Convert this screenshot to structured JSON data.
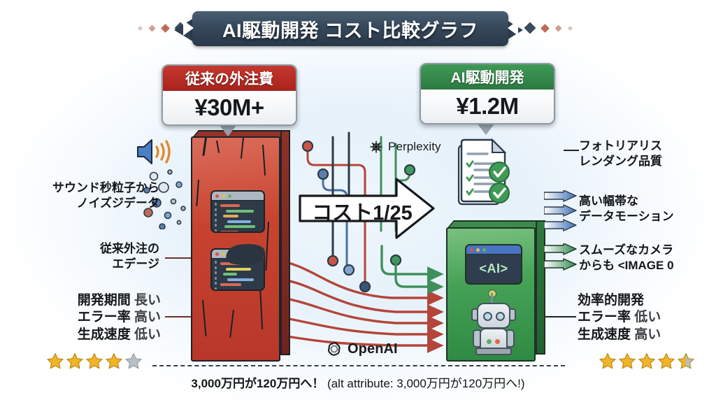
{
  "title": {
    "text": "AI駆動開発 コスト比較グラフ"
  },
  "cards": {
    "legacy": {
      "heading": "従来の外注費",
      "amount": "¥30M+",
      "accent": "#a8241d"
    },
    "ai": {
      "heading": "AI駆動開発",
      "amount": "¥1.2M",
      "accent": "#2c7a41"
    }
  },
  "center": {
    "arrow_label": "コスト1/25"
  },
  "towers": {
    "legacy": {
      "color": "#c7432f",
      "window_label": ""
    },
    "ai": {
      "color": "#44a055",
      "window_label": "<AI>"
    }
  },
  "logos": {
    "perplexity": "Perplexity",
    "openai": "OpenAI"
  },
  "annotations": {
    "left": [
      {
        "name": "noise",
        "lines": [
          "サウンド秒粒子から",
          "ノイズジデータ"
        ]
      },
      {
        "name": "edge",
        "lines": [
          "従来外注の",
          "エデージ"
        ]
      }
    ],
    "right": [
      {
        "name": "photoreal",
        "lines": [
          "フォトリアリス",
          "レンダング品質"
        ]
      },
      {
        "name": "bandwidth",
        "lines": [
          "高い幅帯な",
          "データモーション"
        ]
      },
      {
        "name": "camera",
        "lines": [
          "スムーズなカメラ",
          "からも <IMAGE 0"
        ]
      }
    ]
  },
  "stats": {
    "legacy": {
      "rows": [
        {
          "label": "開発期間",
          "value": "長い"
        },
        {
          "label": "エラー率",
          "value": "高い"
        },
        {
          "label": "生成速度",
          "value": "低い"
        }
      ],
      "rating": 4.0,
      "rating_max": 5
    },
    "ai": {
      "rows": [
        {
          "label": "効率的開発",
          "value": ""
        },
        {
          "label": "エラー率",
          "value": "低い"
        },
        {
          "label": "生成速度",
          "value": "高い"
        }
      ],
      "rating": 4.5,
      "rating_max": 5
    }
  },
  "caption": {
    "bold": "3,000万円が120万円へ！",
    "rest": " (alt attribute: 3,000万円が120万円へ!)"
  },
  "colors": {
    "red": "#c7432f",
    "green": "#44a055",
    "blue_arrow": "#4f7fc0",
    "green_arrow": "#3a9a5c",
    "star_gold": "#f0b429",
    "star_gray": "#b7bfc7",
    "banner": "#2f4053"
  },
  "icons": {
    "speaker": "speaker-icon",
    "checklist": "checklist-document-icon",
    "robot": "robot-icon",
    "perplexity_mark": "perplexity-logo-icon",
    "openai_mark": "openai-logo-icon"
  }
}
